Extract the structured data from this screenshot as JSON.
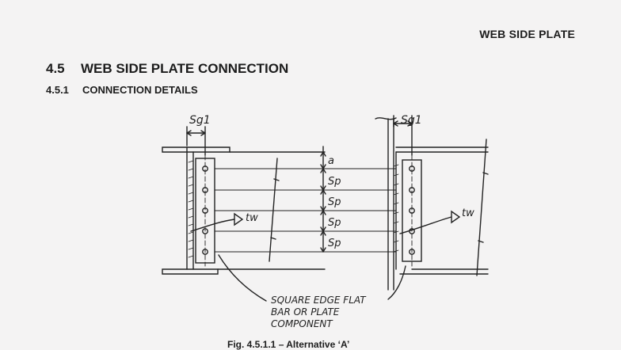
{
  "header": {
    "running_title": "WEB SIDE PLATE"
  },
  "section": {
    "number": "4.5",
    "title": "WEB SIDE PLATE CONNECTION"
  },
  "subsection": {
    "number": "4.5.1",
    "title": "CONNECTION DETAILS"
  },
  "drawing": {
    "gauge_label_left": "Sg1",
    "gauge_label_right": "Sg1",
    "edge_label": "a",
    "pitch_labels": [
      "Sp",
      "Sp",
      "Sp",
      "Sp"
    ],
    "thickness_label_left": "tw",
    "thickness_label_right": "tw",
    "note_lines": [
      "SQUARE EDGE FLAT",
      "BAR OR PLATE",
      "COMPONENT"
    ]
  },
  "caption": {
    "text": "Fig. 4.5.1.1 – Alternative ‘A’"
  }
}
